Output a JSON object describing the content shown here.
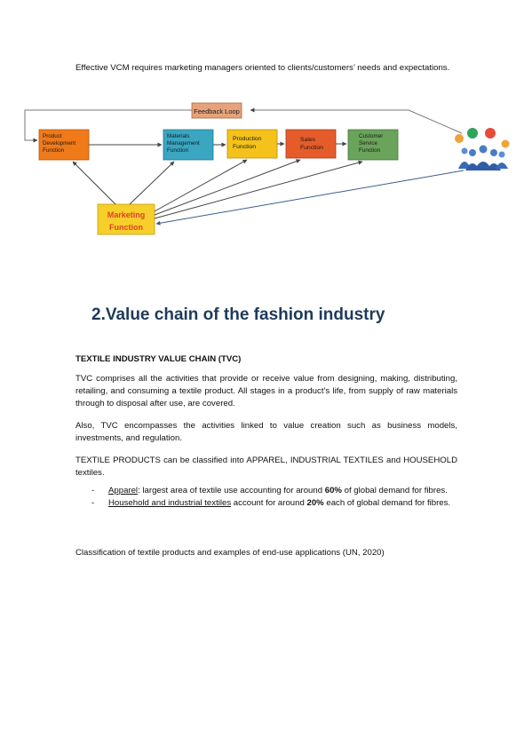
{
  "intro": "Effective VCM requires marketing managers oriented to clients/customers’ needs and expectations.",
  "diagram": {
    "feedback": "Feedback Loop",
    "boxes": {
      "product": [
        "Product",
        "Development",
        "Function"
      ],
      "materials": [
        "Materials",
        "Management",
        "Function"
      ],
      "production": [
        "Production",
        "Function"
      ],
      "sales": [
        "Sales",
        "Function"
      ],
      "customer": [
        "Customer",
        "Service",
        "Function"
      ],
      "marketing": [
        "Marketing",
        "Function"
      ]
    },
    "colors": {
      "product": "#f07a1a",
      "materials": "#3aa6c2",
      "production": "#f5c21b",
      "sales": "#e55c2a",
      "customer": "#6aa35a",
      "feedback": "#e6a27a",
      "marketing": "#f7cf2a",
      "marketing_text": "#e0402a",
      "arrow_dark": "#444444",
      "arrow_blue": "#3a5c90"
    },
    "icons": [
      "customers-group-icon"
    ]
  },
  "heading": {
    "number": "2.",
    "text": "Value chain of the fashion industry"
  },
  "subheading": "TEXTILE INDUSTRY VALUE CHAIN (TVC)",
  "p1": "TVC comprises all the activities that provide or receive value from designing, making, distributing, retailing, and consuming a textile product. All stages in a product’s life, from supply of raw materials through to disposal after use, are covered.",
  "p2": "Also, TVC encompasses the activities linked to value creation such as business models, investments, and regulation.",
  "p3": "TEXTILE PRODUCTS can be classified into APPAREL, INDUSTRIAL TEXTILES and HOUSEHOLD textiles.",
  "bullets": [
    {
      "dash": "-",
      "term": "Apparel",
      "pre": ": largest area of textile use accounting for around ",
      "bold": "60%",
      "post": " of global demand for fibres."
    },
    {
      "dash": "-",
      "term": "Household and industrial textiles",
      "pre": " account for around ",
      "bold": "20%",
      "post": " each of global demand for fibres."
    }
  ],
  "p4": "Classification of textile products and examples of end-use applications (UN, 2020)"
}
